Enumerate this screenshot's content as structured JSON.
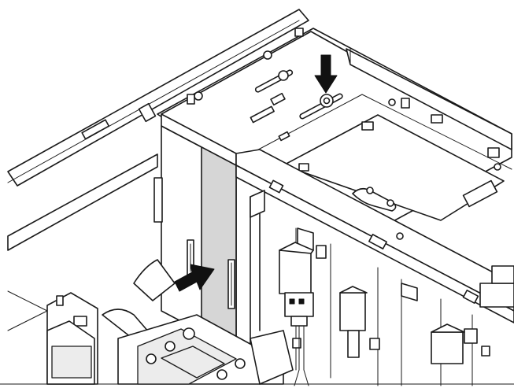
{
  "figure": {
    "kind": "line-art installation illustration",
    "colors": {
      "line": "#1a1a1a",
      "background": "#ffffff",
      "drive_bay_shade": "#d6d6d6",
      "arrow": "#111111"
    },
    "arrows": [
      {
        "name": "press-down-arrow",
        "direction": "down"
      },
      {
        "name": "insert-drive-arrow",
        "direction": "right"
      }
    ]
  }
}
